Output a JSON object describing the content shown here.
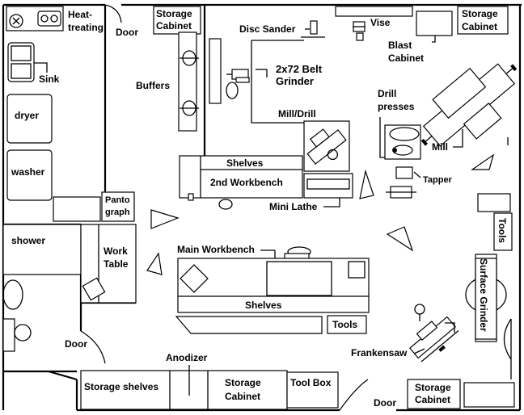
{
  "labels": {
    "heat_treating": [
      "Heat-",
      "treating"
    ],
    "door": "Door",
    "storage_cabinet": [
      "Storage",
      "Cabinet"
    ],
    "disc_sander": "Disc Sander",
    "vise": "Vise",
    "blast_cabinet": [
      "Blast",
      "Cabinet"
    ],
    "belt_grinder": [
      "2x72 Belt",
      "Grinder"
    ],
    "buffers": "Buffers",
    "sink": "Sink",
    "mill_drill": "Mill/Drill",
    "drill_presses": [
      "Drill",
      "presses"
    ],
    "mill": "Mill",
    "dryer": "dryer",
    "washer": "washer",
    "shelves": "Shelves",
    "second_workbench": "2nd Workbench",
    "tapper": "Tapper",
    "mini_lathe": "Mini Lathe",
    "pantograph": [
      "Panto",
      "graph"
    ],
    "tools": "Tools",
    "shower": "shower",
    "work_table": [
      "Work",
      "Table"
    ],
    "main_workbench": "Main Workbench",
    "surface_grinder": "Surface Grinder",
    "frankensaw": "Frankensaw",
    "anodizer": "Anodizer",
    "storage_shelves": "Storage shelves",
    "tool_box": "Tool Box"
  }
}
